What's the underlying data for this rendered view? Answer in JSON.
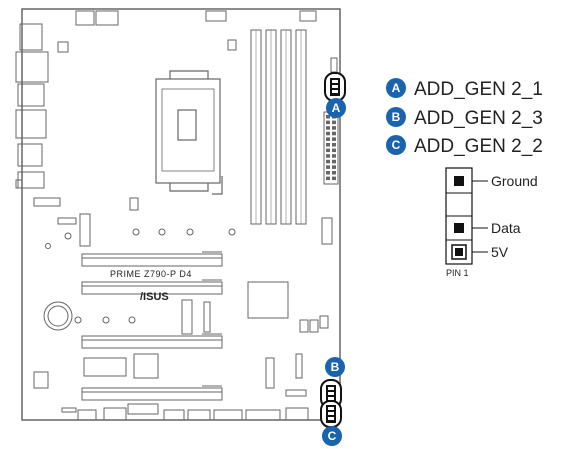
{
  "board": {
    "model": "PRIME Z790-P D4",
    "brand": "/ISUS"
  },
  "headers": [
    {
      "badge": "A",
      "name": "ADD_GEN 2_1"
    },
    {
      "badge": "B",
      "name": "ADD_GEN 2_3"
    },
    {
      "badge": "C",
      "name": "ADD_GEN 2_2"
    }
  ],
  "pinout": {
    "pins": [
      "Ground",
      "Data",
      "5V"
    ],
    "pin1_label": "PIN 1"
  },
  "colors": {
    "badge": "#1a63ad",
    "outline": "#555555",
    "pin": "#111111"
  }
}
